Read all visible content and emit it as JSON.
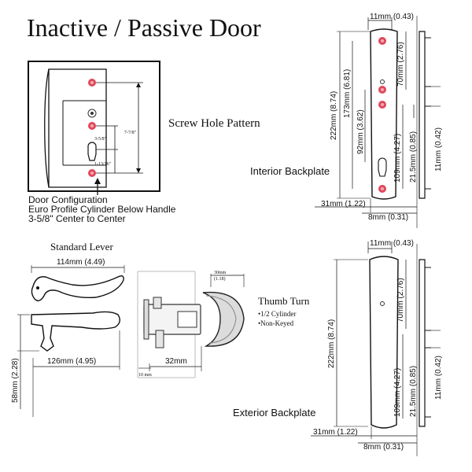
{
  "title": "Inactive / Passive Door",
  "screw_pattern": {
    "label": "Screw Hole Pattern",
    "dim_top": "7-7/8\"",
    "dim_mid": "3-5/8\"",
    "dim_bottom": "1-13/16\""
  },
  "door_config": {
    "line1": "Door Configuration",
    "line2": "Euro Profile Cylinder Below Handle",
    "line3": "3-5/8\" Center to Center"
  },
  "interior_backplate": {
    "label": "Interior Backplate",
    "width_top": "11mm (0.43)",
    "overall": "222mm (8.74)",
    "upper": "173mm (6.81)",
    "mid": "92mm (3.62)",
    "d70": "70mm (2.76)",
    "d109": "109mm (4.27)",
    "d21": "21.5mm (0.85)",
    "d11v": "11mm (0.42)",
    "bottom_width": "31mm (1.22)",
    "bottom_depth": "8mm (0.31)"
  },
  "standard_lever": {
    "label": "Standard Lever",
    "length": "114mm (4.49)",
    "side_length": "126mm (4.95)",
    "height": "58mm (2.28)"
  },
  "cylinder": {
    "dim_30": "30mm",
    "dim_30_in": "(1.18)",
    "dim_32": "32mm",
    "dim_10": "10 mm"
  },
  "thumb_turn": {
    "label": "Thumb Turn",
    "bullet1": "•1/2 Cylinder",
    "bullet2": "•Non-Keyed"
  },
  "exterior_backplate": {
    "label": "Exterior Backplate",
    "width_top": "11mm (0.43)",
    "overall": "222mm (8.74)",
    "d70": "70mm (2.76)",
    "d109": "109mm (4.27)",
    "d21": "21.5mm (0.85)",
    "d11v": "11mm (0.42)",
    "bottom_width": "31mm (1.22)",
    "bottom_depth": "8mm (0.31)"
  },
  "colors": {
    "screw_hole": "#e0485a",
    "screw_hole_inner": "#f4aab3",
    "line": "#222222"
  }
}
